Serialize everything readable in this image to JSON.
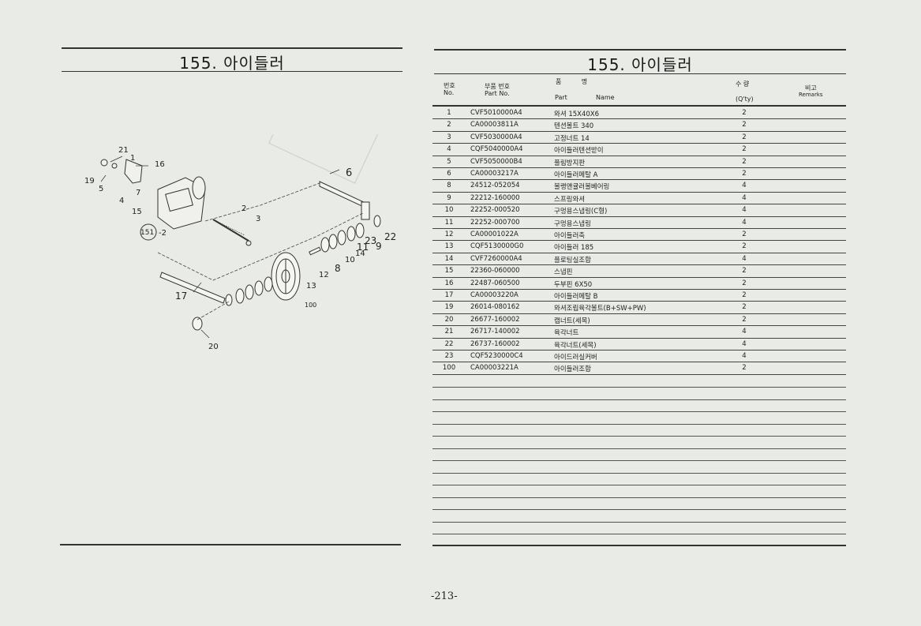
{
  "left_page": {
    "title": "155. 아이들러",
    "callouts": [
      "21",
      "1",
      "16",
      "19",
      "5",
      "4",
      "15",
      "151",
      "-2",
      "6",
      "2",
      "3",
      "7",
      "23",
      "22",
      "9",
      "11",
      "12",
      "14",
      "10",
      "8",
      "13",
      "17",
      "100",
      "20"
    ]
  },
  "right_page": {
    "title": "155. 아이들러",
    "headers": {
      "no_ko": "번호",
      "no_en": "No.",
      "part_ko": "부품 번호",
      "part_en": "Part No.",
      "name_ko": "품          명",
      "part_label": "Part",
      "name_label": "Name",
      "qty_ko": "수  량",
      "qty_en": "(Q'ty)",
      "remarks_ko": "비고",
      "remarks_en": "Remarks"
    },
    "rows": [
      {
        "no": "1",
        "part_no": "CVF5010000A4",
        "name": "와셔 15X40X6",
        "qty": "2"
      },
      {
        "no": "2",
        "part_no": "CA00003811A",
        "name": "텐션볼트 340",
        "qty": "2"
      },
      {
        "no": "3",
        "part_no": "CVF5030000A4",
        "name": "고정너트 14",
        "qty": "2"
      },
      {
        "no": "4",
        "part_no": "CQF5040000A4",
        "name": "아이들러텐션받이",
        "qty": "2"
      },
      {
        "no": "5",
        "part_no": "CVF5050000B4",
        "name": "풀림방지판",
        "qty": "2"
      },
      {
        "no": "6",
        "part_no": "CA00003217A",
        "name": "아이들러메탈 A",
        "qty": "2"
      },
      {
        "no": "8",
        "part_no": "24512-052054",
        "name": "볼랭앤귤러볼베어링",
        "qty": "4"
      },
      {
        "no": "9",
        "part_no": "22212-160000",
        "name": "스프링와셔",
        "qty": "4"
      },
      {
        "no": "10",
        "part_no": "22252-000520",
        "name": "구멍용스냅링(C형)",
        "qty": "4"
      },
      {
        "no": "11",
        "part_no": "22252-000700",
        "name": "구멍용스냅링",
        "qty": "4"
      },
      {
        "no": "12",
        "part_no": "CA00001022A",
        "name": "아이들러축",
        "qty": "2"
      },
      {
        "no": "13",
        "part_no": "CQF5130000G0",
        "name": "아이들러 185",
        "qty": "2"
      },
      {
        "no": "14",
        "part_no": "CVF7260000A4",
        "name": "플로팅실조합",
        "qty": "4"
      },
      {
        "no": "15",
        "part_no": "22360-060000",
        "name": "스냅핀",
        "qty": "2"
      },
      {
        "no": "16",
        "part_no": "22487-060500",
        "name": "두부핀 6X50",
        "qty": "2"
      },
      {
        "no": "17",
        "part_no": "CA00003220A",
        "name": "아이들러메탈 B",
        "qty": "2"
      },
      {
        "no": "19",
        "part_no": "26014-080162",
        "name": "와셔조립육각볼트(B+SW+PW)",
        "qty": "2"
      },
      {
        "no": "20",
        "part_no": "26677-160002",
        "name": "캡너트(세목)",
        "qty": "2"
      },
      {
        "no": "21",
        "part_no": "26717-140002",
        "name": "육각너트",
        "qty": "4"
      },
      {
        "no": "22",
        "part_no": "26737-160002",
        "name": "육각너트(세목)",
        "qty": "4"
      },
      {
        "no": "23",
        "part_no": "CQF5230000C4",
        "name": "아이드러실커버",
        "qty": "4"
      },
      {
        "no": "100",
        "part_no": "CA00003221A",
        "name": "아이들러조합",
        "qty": "2"
      }
    ]
  },
  "page_number": "-213-"
}
